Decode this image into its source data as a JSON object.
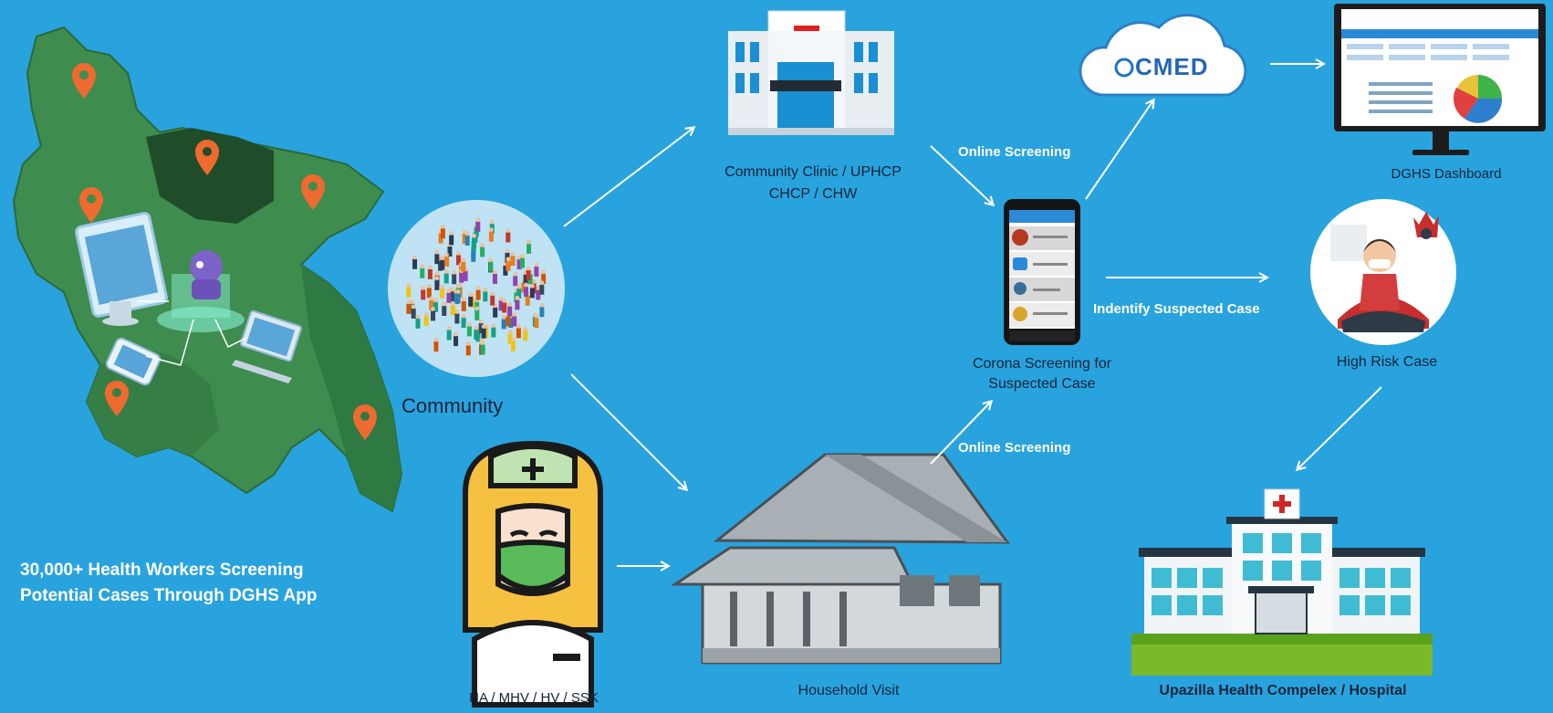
{
  "left_caption": {
    "line1": "30,000+ Health Workers Screening",
    "line2": "Potential Cases Through DGHS App"
  },
  "nodes": {
    "community": "Community",
    "clinic_line1": "Community Clinic / UPHCP",
    "clinic_line2": "CHCP / CHW",
    "health_worker": "HA / MHV / HV / SSK",
    "household": "Household Visit",
    "screening_line1": "Corona Screening for",
    "screening_line2": "Suspected Case",
    "cloud_brand": "CMED",
    "dashboard": "DGHS Dashboard",
    "high_risk": "High Risk Case",
    "hospital": "Upazilla Health Compelex / Hospital"
  },
  "edges": {
    "online_screening_top": "Online Screening",
    "online_screening_bottom": "Online Screening",
    "identify": "Indentify Suspected Case"
  },
  "colors": {
    "background": "#29a3de",
    "map_green": "#3f8c4f",
    "map_dark": "#1f4d2a",
    "pin": "#ef6a2e",
    "arrow": "#ffffff",
    "label_dark": "#10243a"
  },
  "icons": [
    "map-pin-icon",
    "computer-icon",
    "robot-icon",
    "phone-icon",
    "laptop-icon",
    "hospital-icon",
    "cloud-icon",
    "monitor-icon",
    "house-icon",
    "nurse-icon",
    "patient-icon"
  ]
}
